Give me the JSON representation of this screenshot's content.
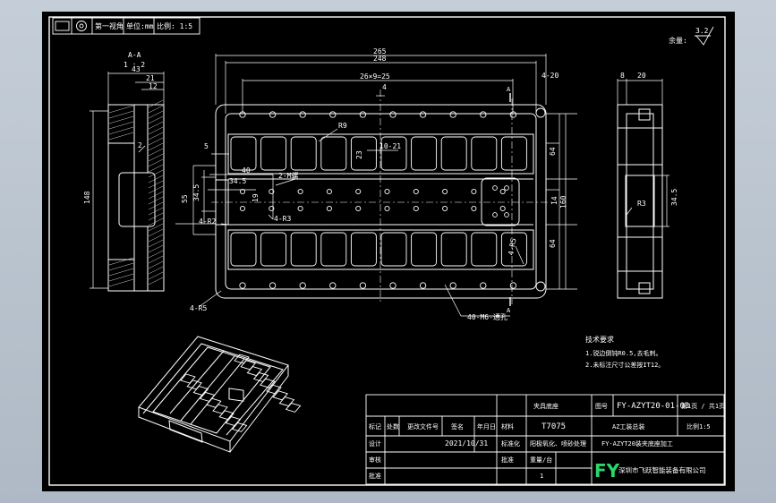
{
  "toolbar": {
    "a": "第一视角",
    "b": "单位:mm",
    "c": "比例: 1:5"
  },
  "roughness": {
    "label": "余量:",
    "value": "3.2"
  },
  "sections": {
    "aa": "A-A",
    "ratio": "1 : 2",
    "a_mark": "A"
  },
  "dims": {
    "d265": "265",
    "d248": "248",
    "pitch": "26×9=25",
    "d4": "4",
    "d420": "4-20",
    "d8": "8",
    "d20": "20",
    "r9": "R9",
    "d23": "23",
    "d10_21": "10-21",
    "d64a": "64",
    "d64b": "64",
    "d14": "14",
    "d160": "160",
    "d345r": "34.5",
    "r3": "R3",
    "d5": "5",
    "d40": "40",
    "d2_m": "2-M螺",
    "d345a": "34.5",
    "d19": "19",
    "d55": "55",
    "d345b": "34.5",
    "d4r2": "4-R2",
    "d4r3": "4-R3",
    "d4r5": "4-R5",
    "d4r5b": "4-R5",
    "holes": "40-M6-通孔",
    "d43": "43",
    "d21": "21",
    "d12": "12",
    "d2": "2",
    "d148": "148"
  },
  "notes": {
    "title": "技术要求",
    "line1": "1.锐边倒钝R0.5,去毛刺。",
    "line2": "2.未标注尺寸公差按IT12。"
  },
  "title_block": {
    "drawing_no_label": "图号",
    "drawing_no": "FY-AZYT20-01-03",
    "sheet": "第1页 / 共1页",
    "part_name": "夹具底座",
    "material_label": "材料",
    "material": "T7075",
    "desc1": "AZ工装总装",
    "desc2": "FY-AZYT20装夹底座加工",
    "ratio": "比例1:5",
    "date": "2021/10/31",
    "c_mark": "标记",
    "c_count": "处数",
    "c_file": "更改文件号",
    "c_sign": "签名",
    "c_date": "年月日",
    "r_design": "设计",
    "r_check": "审核",
    "r_approve": "批准",
    "r_std": "标准化",
    "treat": "阳极氧化、喷砂处理",
    "weight": "重量/台",
    "qty": "1",
    "logo": "FY",
    "company": "深圳市飞跃智能装备有限公司"
  }
}
